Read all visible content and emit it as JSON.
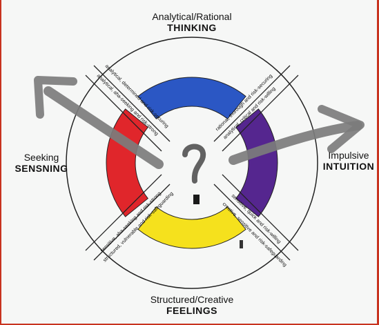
{
  "top": {
    "sub": "Analytical/Rational",
    "main": "THINKING"
  },
  "left": {
    "sub": "Seeking",
    "main": "SENSNING"
  },
  "right": {
    "sub": "Impulsive",
    "main": "INTUITION"
  },
  "bottom": {
    "sub": "Structured/Creative",
    "main": "FEELINGS"
  },
  "diagonals": {
    "tl_outer": "analytical, determined and risk-securing",
    "tl_inner": "analytical, aha-seeking and risk-strong",
    "tr_outer": "rational, thorough and risk-securing",
    "tr_inner": "analytical, critical and risk-willing",
    "bl_outer": "sensitive, aha-seeking and risk-strong",
    "bl_inner": "structured, vulnerable and risk-safeguarding",
    "br_outer": "sensitive, quick and risk-willing",
    "br_inner": "creative, sensitive and risk-safeguarding"
  },
  "center_mark": "?",
  "colors": {
    "thinking": "#2b57c4",
    "intuition": "#55268f",
    "feelings": "#f5e11d",
    "sensing": "#e0262b",
    "arrow": "#7c7c7c"
  }
}
